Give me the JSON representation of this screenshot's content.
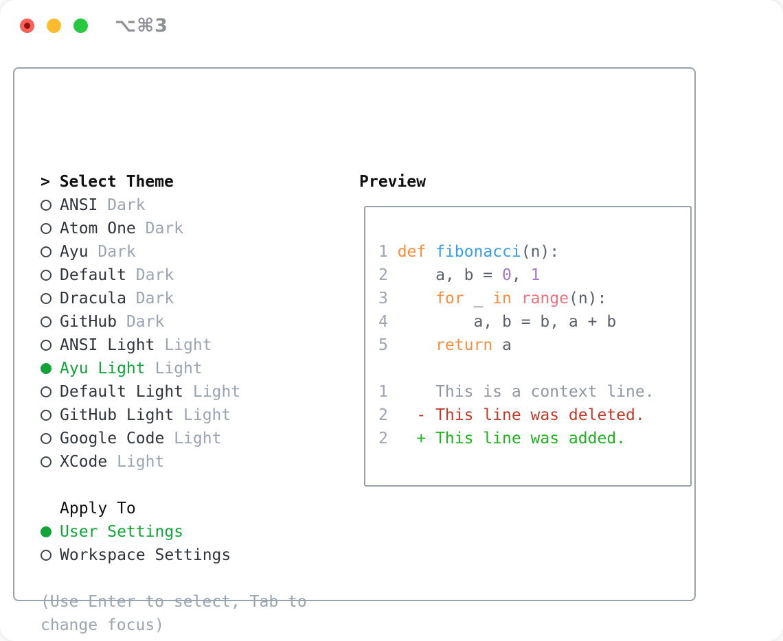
{
  "window": {
    "title": "⌥⌘3"
  },
  "theme_selector": {
    "header_prefix": ">",
    "header": "Select Theme",
    "items": [
      {
        "label": "ANSI",
        "variant": "Dark",
        "selected": false
      },
      {
        "label": "Atom One",
        "variant": "Dark",
        "selected": false
      },
      {
        "label": "Ayu",
        "variant": "Dark",
        "selected": false
      },
      {
        "label": "Default",
        "variant": "Dark",
        "selected": false
      },
      {
        "label": "Dracula",
        "variant": "Dark",
        "selected": false
      },
      {
        "label": "GitHub",
        "variant": "Dark",
        "selected": false
      },
      {
        "label": "ANSI Light",
        "variant": "Light",
        "selected": false
      },
      {
        "label": "Ayu Light",
        "variant": "Light",
        "selected": true
      },
      {
        "label": "Default Light",
        "variant": "Light",
        "selected": false
      },
      {
        "label": "GitHub Light",
        "variant": "Light",
        "selected": false
      },
      {
        "label": "Google Code",
        "variant": "Light",
        "selected": false
      },
      {
        "label": "XCode",
        "variant": "Light",
        "selected": false
      }
    ],
    "apply_to": {
      "header": "Apply To",
      "options": [
        {
          "label": "User Settings",
          "selected": true
        },
        {
          "label": "Workspace Settings",
          "selected": false
        }
      ]
    },
    "hint_lines": [
      "(Use Enter to select, Tab to",
      "change focus)"
    ]
  },
  "preview": {
    "header": "Preview",
    "code_lines": [
      {
        "num": "1",
        "tokens": [
          {
            "t": "def",
            "c": "keyword"
          },
          {
            "t": " ",
            "c": "fg"
          },
          {
            "t": "fibonacci",
            "c": "function"
          },
          {
            "t": "(n):",
            "c": "fg"
          }
        ]
      },
      {
        "num": "2",
        "tokens": [
          {
            "t": "    a, b = ",
            "c": "fg"
          },
          {
            "t": "0",
            "c": "number"
          },
          {
            "t": ", ",
            "c": "fg"
          },
          {
            "t": "1",
            "c": "number"
          }
        ]
      },
      {
        "num": "3",
        "tokens": [
          {
            "t": "    ",
            "c": "fg"
          },
          {
            "t": "for",
            "c": "keyword"
          },
          {
            "t": " _ ",
            "c": "fg"
          },
          {
            "t": "in",
            "c": "keyword"
          },
          {
            "t": " ",
            "c": "fg"
          },
          {
            "t": "range",
            "c": "builtin"
          },
          {
            "t": "(n):",
            "c": "fg"
          }
        ]
      },
      {
        "num": "4",
        "tokens": [
          {
            "t": "        a, b = b, a + b",
            "c": "fg"
          }
        ]
      },
      {
        "num": "5",
        "tokens": [
          {
            "t": "    ",
            "c": "fg"
          },
          {
            "t": "return",
            "c": "keyword"
          },
          {
            "t": " a",
            "c": "fg"
          }
        ]
      },
      {
        "num": "",
        "tokens": []
      },
      {
        "num": "1",
        "tokens": [
          {
            "t": "    This is a context line.",
            "c": "context"
          }
        ]
      },
      {
        "num": "2",
        "tokens": [
          {
            "t": "  - This line was deleted.",
            "c": "deleted"
          }
        ]
      },
      {
        "num": "2",
        "tokens": [
          {
            "t": "  + This line was added.",
            "c": "added"
          }
        ]
      }
    ]
  },
  "colors": {
    "accent_green": "#12a438",
    "label": "#30353d",
    "muted": "#9aa4b2",
    "header": "#111111",
    "border": "#99a1ac",
    "keyword": "#fa8d3e",
    "function": "#399ee6",
    "number": "#a37acc",
    "builtin": "#f0717c",
    "fg": "#5a616c",
    "linenum": "#9aa4b2",
    "context": "#8f97a1",
    "deleted": "#c53a28",
    "added": "#1db31c",
    "titlebar_text": "#8d9095",
    "tl_red": "#ff5f57",
    "tl_red_dot": "#8f130c",
    "tl_yellow": "#febc2e",
    "tl_green": "#28c840"
  }
}
